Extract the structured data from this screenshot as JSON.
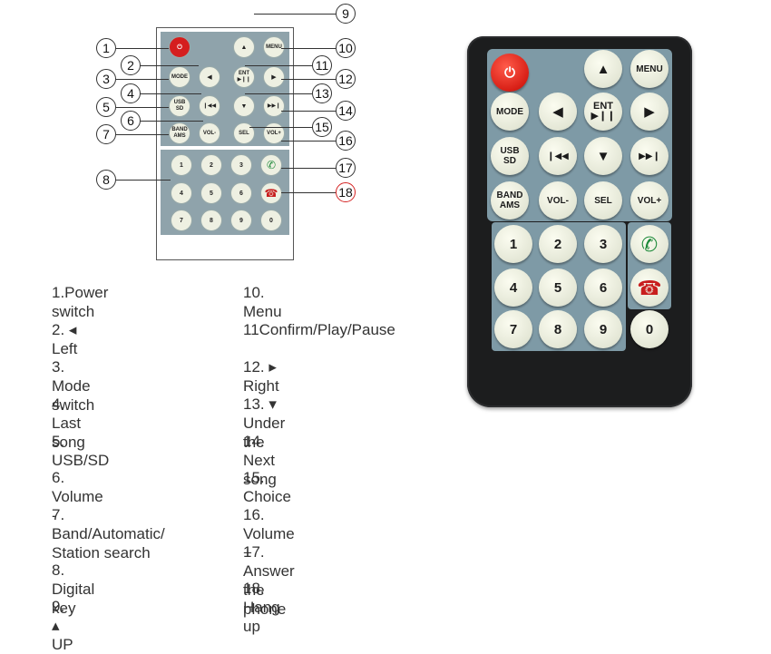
{
  "diagram": {
    "callouts": [
      "1",
      "2",
      "3",
      "4",
      "5",
      "6",
      "7",
      "8",
      "9",
      "10",
      "11",
      "12",
      "13",
      "14",
      "15",
      "16",
      "17",
      "18"
    ],
    "keys": {
      "power": "⏻",
      "up": "▲",
      "menu": "MENU",
      "mode": "MODE",
      "left": "◀",
      "ent": "ENT\n▶❙❙",
      "right": "▶",
      "usb": "USB\nSD",
      "prev": "❙◀◀",
      "down": "▼",
      "next": "▶▶❙",
      "band": "BAND\nAMS",
      "vol_minus": "VOL-",
      "sel": "SEL",
      "vol_plus": "VOL+",
      "digits": [
        "1",
        "2",
        "3",
        "4",
        "5",
        "6",
        "7",
        "8",
        "9",
        "0"
      ],
      "answer": "✆",
      "hangup": "☎"
    }
  },
  "legend": {
    "left": [
      "1.Power switch",
      "2. ◂  Left",
      "3. Mode switch",
      "4. Last song",
      "5. USB/SD",
      "6. Volume -",
      "7. Band/Automatic/\n    Station search",
      "8. Digital key",
      "9. ▴ UP"
    ],
    "right": [
      "10. Menu",
      "11Confirm/Play/Pause",
      "12.  ▸ Right",
      "13. ▾  Under the",
      "14. Next song",
      "15. Choice",
      "16. Volume +",
      "17. Answer the phone",
      "18. Hang up"
    ]
  },
  "remote": {
    "power": "⏻",
    "up": "▲",
    "menu": "MENU",
    "mode": "MODE",
    "left": "◀",
    "ent": "ENT\n▶❙❙",
    "right": "▶",
    "usb": "USB\nSD",
    "prev": "❙◀◀",
    "down": "▼",
    "next": "▶▶❙",
    "band": "BAND\nAMS",
    "vol_minus": "VOL-",
    "sel": "SEL",
    "vol_plus": "VOL+",
    "digits": [
      "1",
      "2",
      "3",
      "4",
      "5",
      "6",
      "7",
      "8",
      "9",
      "0"
    ],
    "answer": "✆",
    "hangup": "☎",
    "colors": {
      "body": "#1c1d1e",
      "panel": "#7e9aa6",
      "key": "#eef0e2",
      "power": "#d81f16",
      "answer": "#1e8a3a",
      "hangup": "#c81e1e"
    }
  }
}
